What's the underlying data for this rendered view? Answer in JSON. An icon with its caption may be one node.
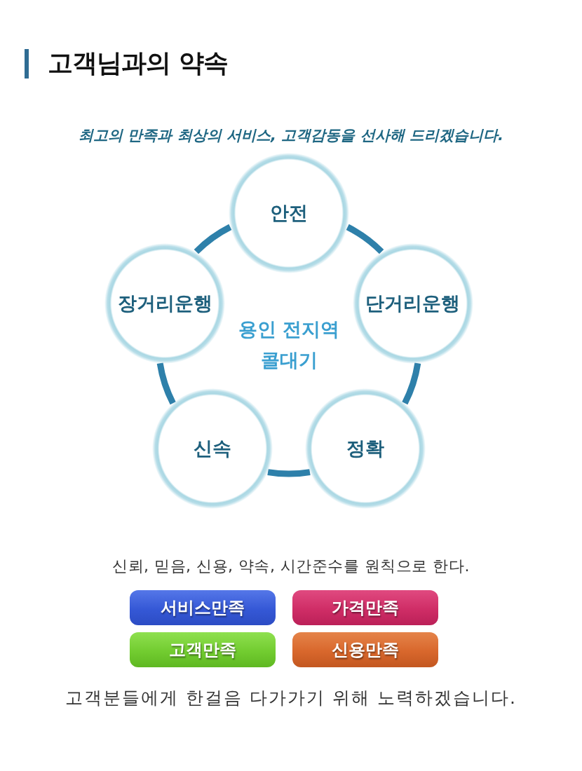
{
  "diagram": {
    "title": "고객님과의 약속",
    "nodes": [
      {
        "text": [
          "안전"
        ]
      },
      {
        "text": [
          "장거리운행"
        ]
      },
      {
        "text": [
          "단거리운행"
        ]
      },
      {
        "text": [
          "신속"
        ]
      },
      {
        "text": [
          "정확"
        ]
      },
      {
        "text": [
          "서비스만족"
        ]
      },
      {
        "text": [
          "가격만족"
        ]
      },
      {
        "text": [
          "고객만족"
        ]
      },
      {
        "text": [
          "신용만족"
        ]
      }
    ],
    "edges": [
      {
        "from": 0,
        "to": 2,
        "arrow": "none"
      },
      {
        "from": 2,
        "to": 4,
        "arrow": "none"
      },
      {
        "from": 4,
        "to": 3,
        "arrow": "none"
      },
      {
        "from": 3,
        "to": 1,
        "arrow": "none"
      },
      {
        "from": 1,
        "to": 0,
        "arrow": "none"
      }
    ],
    "labels": [
      "최고의 만족과 최상의 서비스, 고객감동을 선사해 드리겠습니다.",
      "용인 전지역 콜대기",
      "신뢰, 믿음, 신용, 약속, 시간준수를 원칙으로 한다.",
      "고객분들에게 한걸음 다가가기 위해 노력하겠습니다."
    ]
  }
}
